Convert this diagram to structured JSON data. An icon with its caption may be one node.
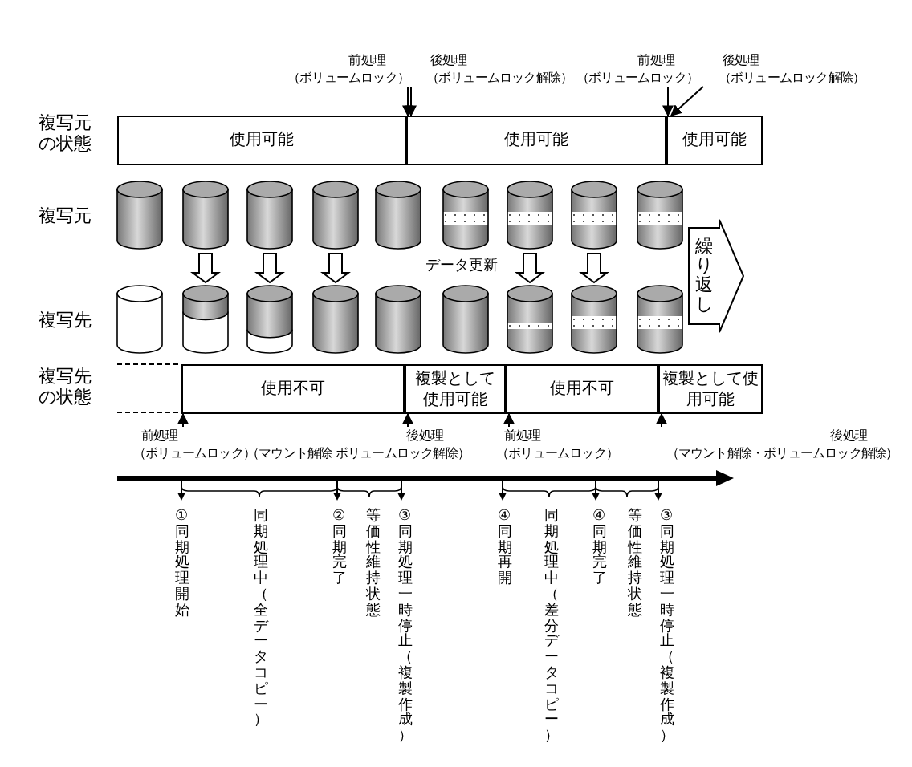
{
  "diagram": {
    "nodes": [
      {
        "text": [
          "前処理",
          "（ボリュームロック）"
        ]
      },
      {
        "text": [
          "後処理",
          "（ボリュームロック解除）"
        ]
      },
      {
        "text": [
          "前処理",
          "（ボリュームロック）"
        ]
      },
      {
        "text": [
          "後処理",
          "（ボリュームロック解除）"
        ]
      },
      {
        "text": [
          "使用可能"
        ]
      },
      {
        "text": [
          "使用可能"
        ]
      },
      {
        "text": [
          "使用可能"
        ]
      },
      {
        "text": [],
        "shape": "cylinder"
      },
      {
        "text": [],
        "shape": "cylinder"
      },
      {
        "text": [],
        "shape": "cylinder"
      },
      {
        "text": [],
        "shape": "cylinder"
      },
      {
        "text": [],
        "shape": "cylinder"
      },
      {
        "text": [],
        "shape": "cylinder"
      },
      {
        "text": [],
        "shape": "cylinder"
      },
      {
        "text": [],
        "shape": "cylinder"
      },
      {
        "text": [],
        "shape": "cylinder"
      },
      {
        "text": [],
        "shape": "cylinder"
      },
      {
        "text": [],
        "shape": "cylinder"
      },
      {
        "text": [],
        "shape": "cylinder"
      },
      {
        "text": [],
        "shape": "cylinder"
      },
      {
        "text": [],
        "shape": "cylinder"
      },
      {
        "text": [],
        "shape": "cylinder"
      },
      {
        "text": [],
        "shape": "cylinder"
      },
      {
        "text": [],
        "shape": "cylinder"
      },
      {
        "text": [],
        "shape": "cylinder"
      },
      {
        "text": [
          "繰り返し"
        ]
      },
      {
        "text": [
          "使用不可"
        ]
      },
      {
        "text": [
          "複製として使用可能"
        ]
      },
      {
        "text": [
          "使用不可"
        ]
      },
      {
        "text": [
          "複製として使用可能"
        ]
      },
      {
        "text": [
          "前処理",
          "（ボリュームロック）"
        ]
      },
      {
        "text": [
          "後処理",
          "（マウント解除 ボリュームロック解除）"
        ]
      },
      {
        "text": [
          "前処理",
          "（ボリュームロック）"
        ]
      },
      {
        "text": [
          "後処理",
          "（マウント解除・ボリュームロック解除）"
        ]
      }
    ],
    "edges": [
      {
        "from": 0,
        "to": 5,
        "arrow": "to"
      },
      {
        "from": 1,
        "to": 5,
        "arrow": "to"
      },
      {
        "from": 2,
        "to": 6,
        "arrow": "to"
      },
      {
        "from": 3,
        "to": 6,
        "arrow": "to"
      },
      {
        "from": 8,
        "to": 17,
        "arrow": "to"
      },
      {
        "from": 9,
        "to": 18,
        "arrow": "to"
      },
      {
        "from": 10,
        "to": 19,
        "arrow": "to"
      },
      {
        "from": 13,
        "to": 22,
        "arrow": "to"
      },
      {
        "from": 14,
        "to": 23,
        "arrow": "to"
      },
      {
        "from": 30,
        "to": 26,
        "arrow": "to"
      },
      {
        "from": 31,
        "to": 27,
        "arrow": "to"
      },
      {
        "from": 32,
        "to": 28,
        "arrow": "to"
      },
      {
        "from": 33,
        "to": 29,
        "arrow": "to"
      }
    ],
    "labels": [
      "複写元の状態",
      "複写元",
      "データ更新",
      "複写先",
      "複写先の状態",
      "①同期処理開始",
      "同期処理中（全データコピー）",
      "②同期完了",
      "等価性維持状態",
      "③同期処理一時停止（複製作成）",
      "④同期再開",
      "同期処理中（差分データコピー）",
      "④同期完了",
      "等価性維持状態",
      "③同期処理一時停止（複製作成）"
    ]
  }
}
